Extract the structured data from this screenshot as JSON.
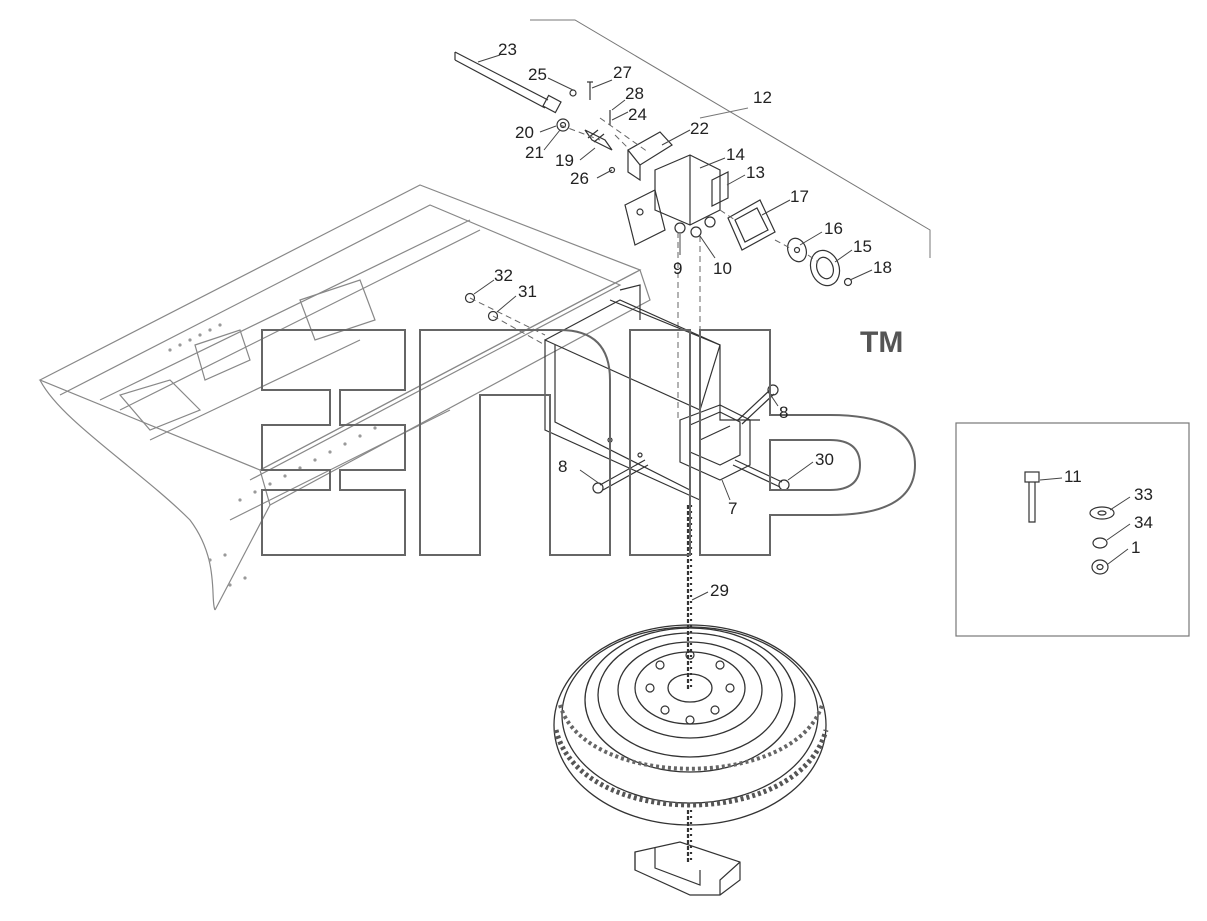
{
  "labels": {
    "l23": "23",
    "l25": "25",
    "l27": "27",
    "l28": "28",
    "l24": "24",
    "l12": "12",
    "l20": "20",
    "l21": "21",
    "l19": "19",
    "l22": "22",
    "l26": "26",
    "l14": "14",
    "l13": "13",
    "l17": "17",
    "l16": "16",
    "l15": "15",
    "l18": "18",
    "l9": "9",
    "l10": "10",
    "l32": "32",
    "l31": "31",
    "l8a": "8",
    "l8b": "8",
    "l30": "30",
    "l7": "7",
    "l29": "29",
    "l11": "11",
    "l33": "33",
    "l34": "34",
    "l1": "1"
  },
  "watermark": {
    "trademark": "TM"
  },
  "colors": {
    "line": "#333333",
    "frame": "#777777",
    "watermark": "#666666"
  }
}
